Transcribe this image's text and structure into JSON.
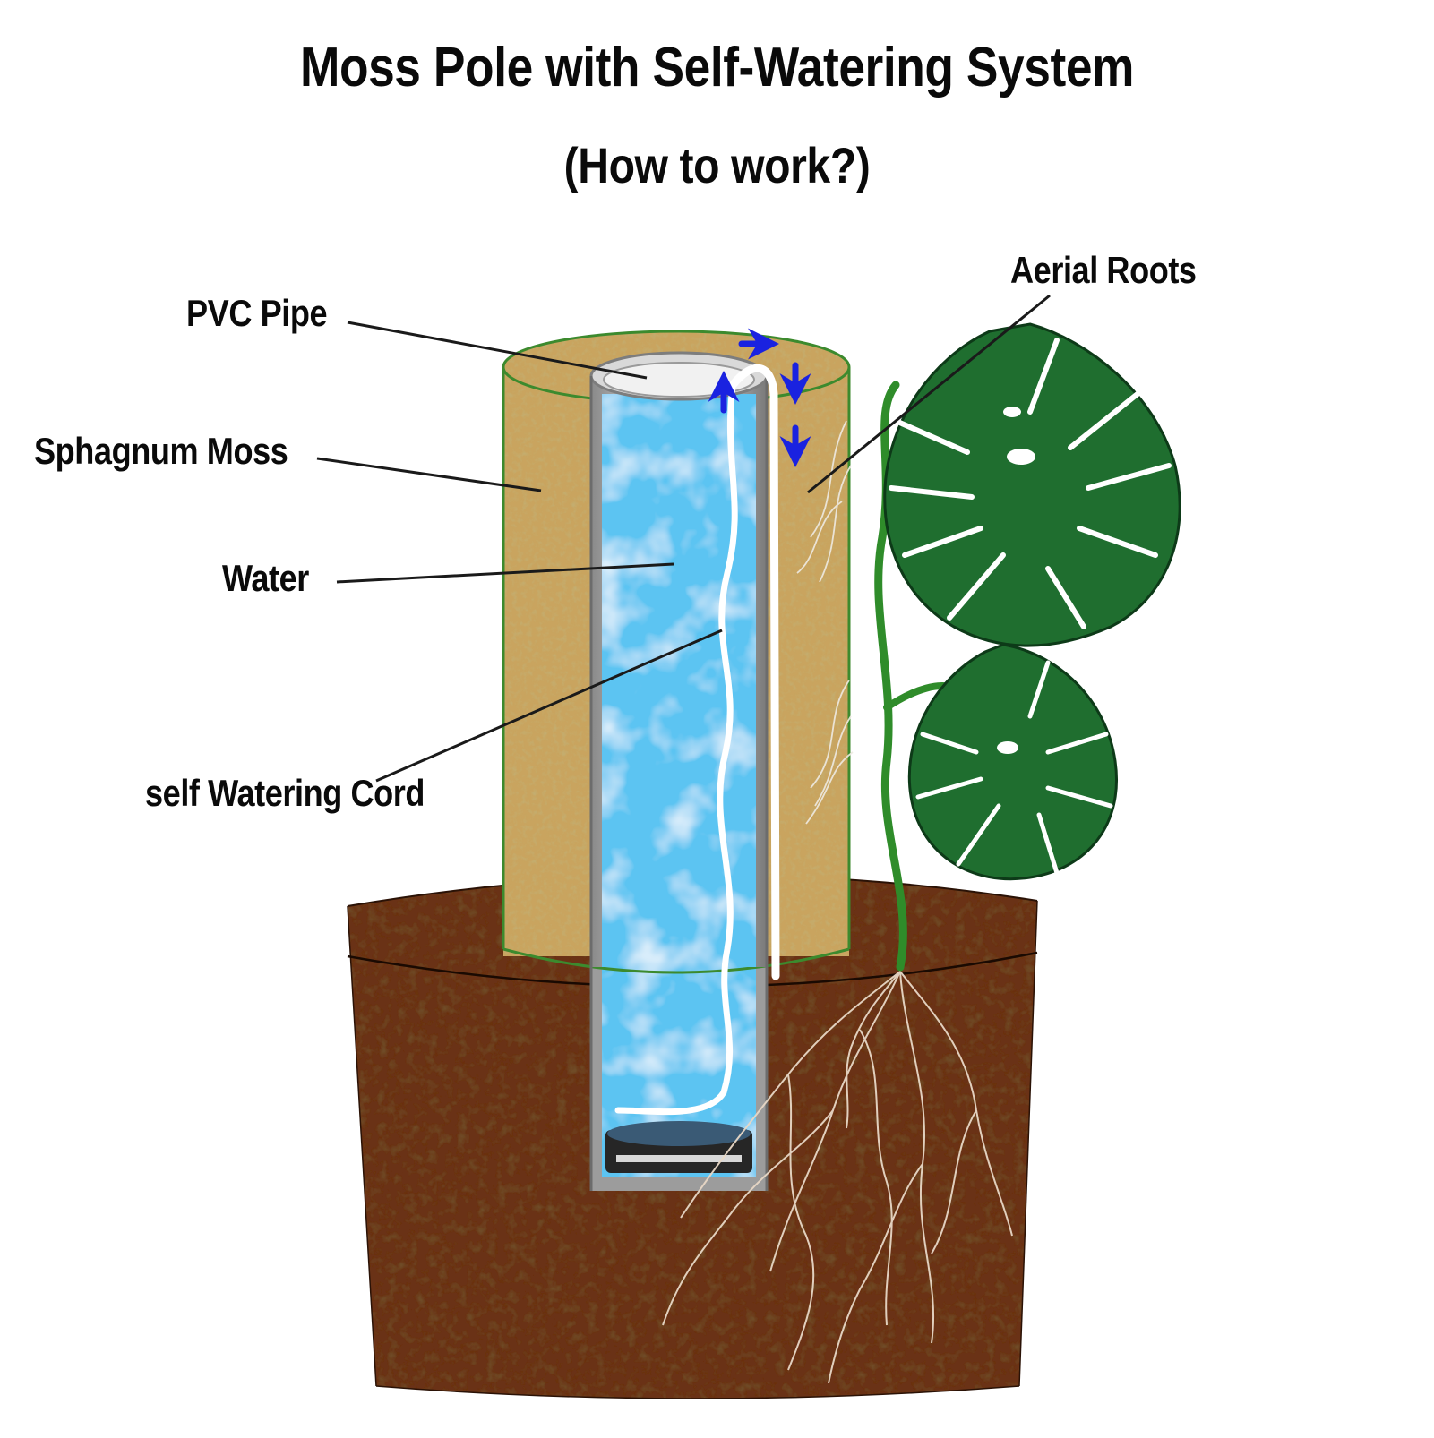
{
  "title": "Moss Pole with Self-Watering System",
  "subtitle": "(How to work?)",
  "labels": {
    "pvc_pipe": "PVC Pipe",
    "sphagnum_moss": "Sphagnum Moss",
    "water": "Water",
    "cord": "self Watering Cord",
    "aerial_roots": "Aerial Roots"
  },
  "colors": {
    "soil": "#6a3312",
    "soil_dark": "#3d1a07",
    "moss": "#c9a45e",
    "moss_outline": "#3c8a2e",
    "water": "#5cc4f2",
    "leaf": "#1f6e2f",
    "stem": "#2f8c2a",
    "arrow": "#1a22e0",
    "root": "#e8d8c6"
  }
}
